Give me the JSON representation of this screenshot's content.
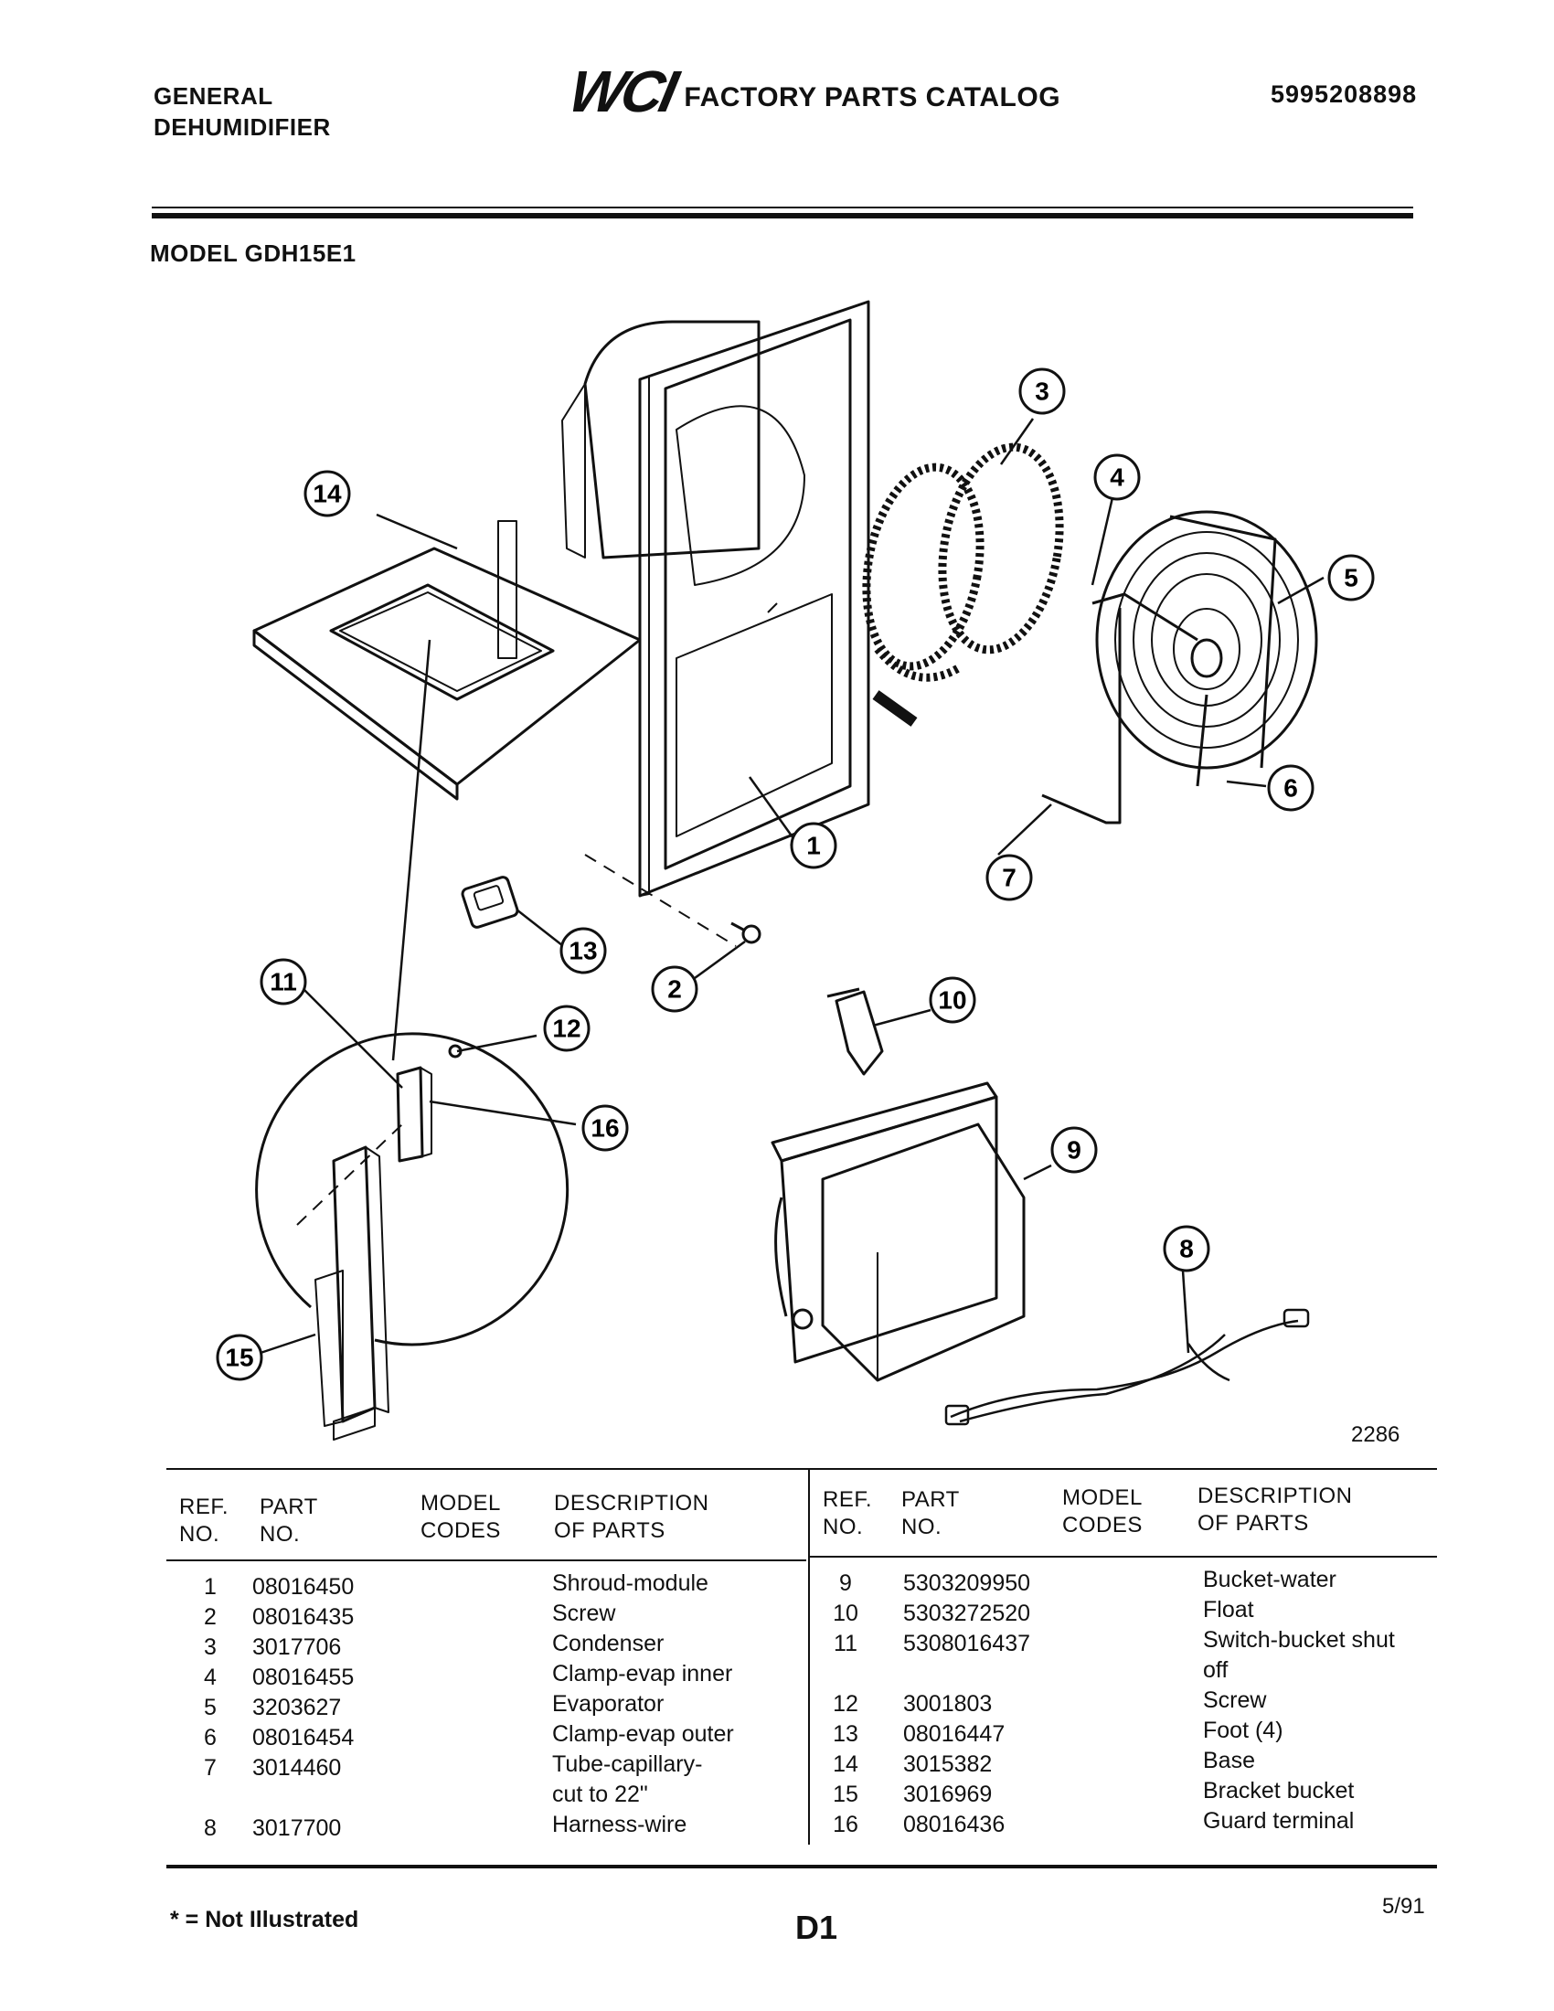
{
  "header": {
    "brand_line1": "GENERAL",
    "brand_line2": "DEHUMIDIFIER",
    "logo": "WCI",
    "catalog_title": "FACTORY PARTS CATALOG",
    "catalog_number": "5995208898",
    "model": "MODEL GDH15E1"
  },
  "diagram": {
    "figure_number": "2286",
    "callouts": [
      "1",
      "2",
      "3",
      "4",
      "5",
      "6",
      "7",
      "8",
      "9",
      "10",
      "11",
      "12",
      "13",
      "14",
      "15",
      "16"
    ]
  },
  "table": {
    "headers": {
      "ref": [
        "REF.",
        "NO."
      ],
      "part": [
        "PART",
        "NO."
      ],
      "model": [
        "MODEL",
        "CODES"
      ],
      "desc": [
        "DESCRIPTION",
        "OF PARTS"
      ]
    },
    "left_rows": [
      {
        "ref": "1",
        "part": "08016450",
        "model": "",
        "desc": "Shroud-module"
      },
      {
        "ref": "2",
        "part": "08016435",
        "model": "",
        "desc": "Screw"
      },
      {
        "ref": "3",
        "part": "3017706",
        "model": "",
        "desc": "Condenser"
      },
      {
        "ref": "4",
        "part": "08016455",
        "model": "",
        "desc": "Clamp-evap inner"
      },
      {
        "ref": "5",
        "part": "3203627",
        "model": "",
        "desc": "Evaporator"
      },
      {
        "ref": "6",
        "part": "08016454",
        "model": "",
        "desc": "Clamp-evap outer"
      },
      {
        "ref": "7",
        "part": "3014460",
        "model": "",
        "desc": "Tube-capillary-",
        "desc2": "cut to 22\""
      },
      {
        "ref": "8",
        "part": "3017700",
        "model": "",
        "desc": "Harness-wire"
      }
    ],
    "right_rows": [
      {
        "ref": "9",
        "part": "5303209950",
        "model": "",
        "desc": "Bucket-water"
      },
      {
        "ref": "10",
        "part": "5303272520",
        "model": "",
        "desc": "Float"
      },
      {
        "ref": "11",
        "part": "5308016437",
        "model": "",
        "desc": "Switch-bucket shut",
        "desc2": "off"
      },
      {
        "ref": "12",
        "part": "3001803",
        "model": "",
        "desc": "Screw"
      },
      {
        "ref": "13",
        "part": "08016447",
        "model": "",
        "desc": "Foot (4)"
      },
      {
        "ref": "14",
        "part": "3015382",
        "model": "",
        "desc": "Base"
      },
      {
        "ref": "15",
        "part": "3016969",
        "model": "",
        "desc": "Bracket bucket"
      },
      {
        "ref": "16",
        "part": "08016436",
        "model": "",
        "desc": "Guard terminal"
      }
    ]
  },
  "footer": {
    "note": "* = Not Illustrated",
    "page_id": "D1",
    "date": "5/91"
  }
}
